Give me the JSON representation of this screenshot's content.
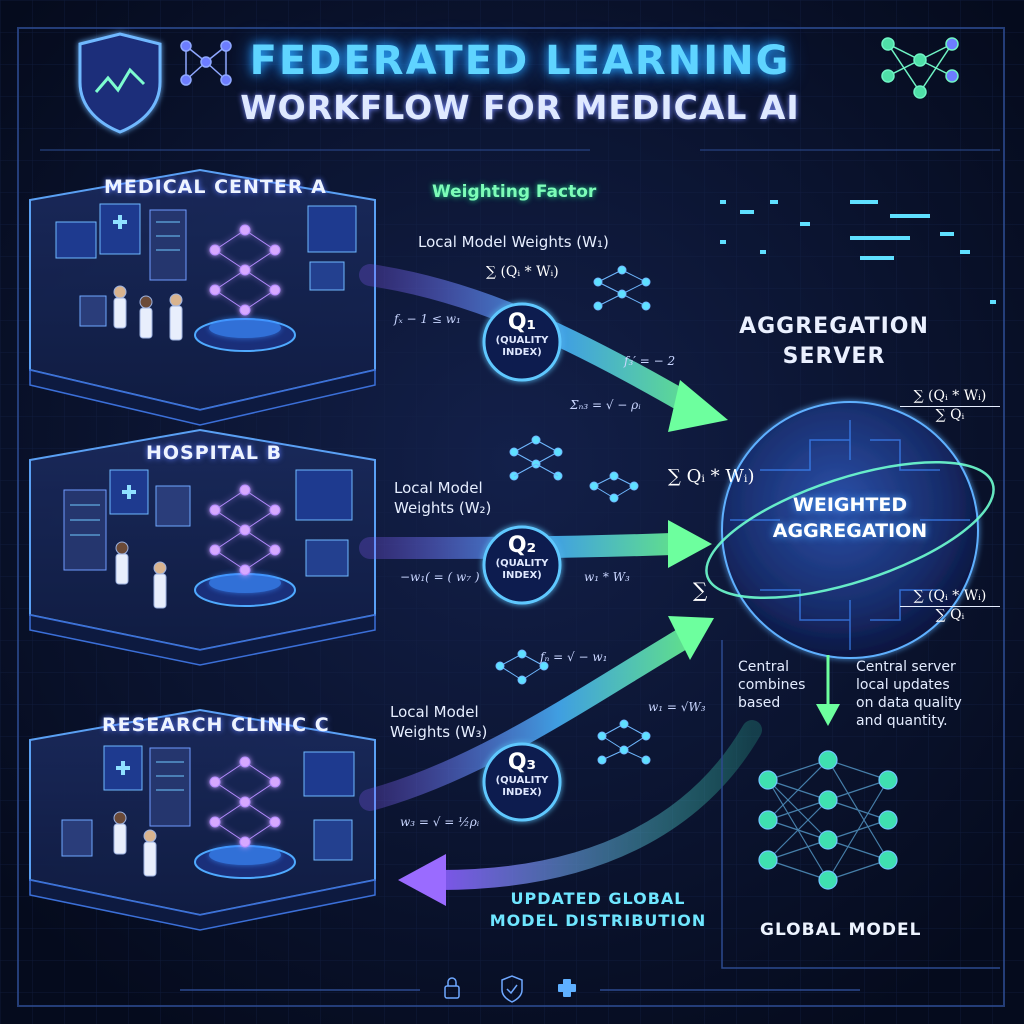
{
  "title": {
    "line1": "FEDERATED LEARNING",
    "line2": "WORKFLOW FOR MEDICAL AI"
  },
  "sites": [
    {
      "name": "MEDICAL CENTER A"
    },
    {
      "name": "HOSPITAL B"
    },
    {
      "name": "RESEARCH CLINIC C"
    }
  ],
  "weighting_factor": "Weighting Factor",
  "weights": [
    {
      "label": "Local Model Weights (W₁)",
      "line1": "",
      "line2": ""
    },
    {
      "line1": "Local Model",
      "line2": "Weights (W₂)"
    },
    {
      "line1": "Local Model",
      "line2": "Weights (W₃)"
    }
  ],
  "quality": [
    {
      "q": "Q₁",
      "sub1": "(QUALITY",
      "sub2": "INDEX)"
    },
    {
      "q": "Q₂",
      "sub1": "(QUALITY",
      "sub2": "INDEX)"
    },
    {
      "q": "Q₃",
      "sub1": "(QUALITY",
      "sub2": "INDEX)"
    }
  ],
  "formulas": {
    "sum_top": "∑ (Qᵢ * Wᵢ)",
    "f_a1": "fₓ − 1 ≤ w₁",
    "f_a2": "f₃′ = − 2",
    "f_a3": "Σₙ₃ = √ − ρᵢ",
    "f_b1": "−w₁( = ( w₇ )",
    "f_b2": "w₁ * W₃",
    "f_c1": "fₙ = √ − w₁",
    "f_c2": "w₁ = √W₃",
    "f_c3": "w₃ = √ = ½ρᵢ",
    "sum_center": "∑ Qᵢ * Wᵢ)",
    "sum_left": "∑",
    "frac_num": "∑ (Qᵢ * Wᵢ)",
    "frac_den": "∑ Qᵢ"
  },
  "server": {
    "title1": "AGGREGATION",
    "title2": "SERVER",
    "core1": "WEIGHTED",
    "core2": "AGGREGATION"
  },
  "notes": {
    "left": [
      "Central",
      "combines",
      "based"
    ],
    "right": [
      "Central server",
      "local updates",
      "on data quality",
      "and quantity."
    ]
  },
  "distribution": {
    "line1": "UPDATED GLOBAL",
    "line2": "MODEL DISTRIBUTION"
  },
  "global_model": "GLOBAL MODEL",
  "colors": {
    "accent": "#5fd4ff",
    "green": "#5fffb0",
    "purple": "#9a6bff",
    "bg": "#071027"
  }
}
